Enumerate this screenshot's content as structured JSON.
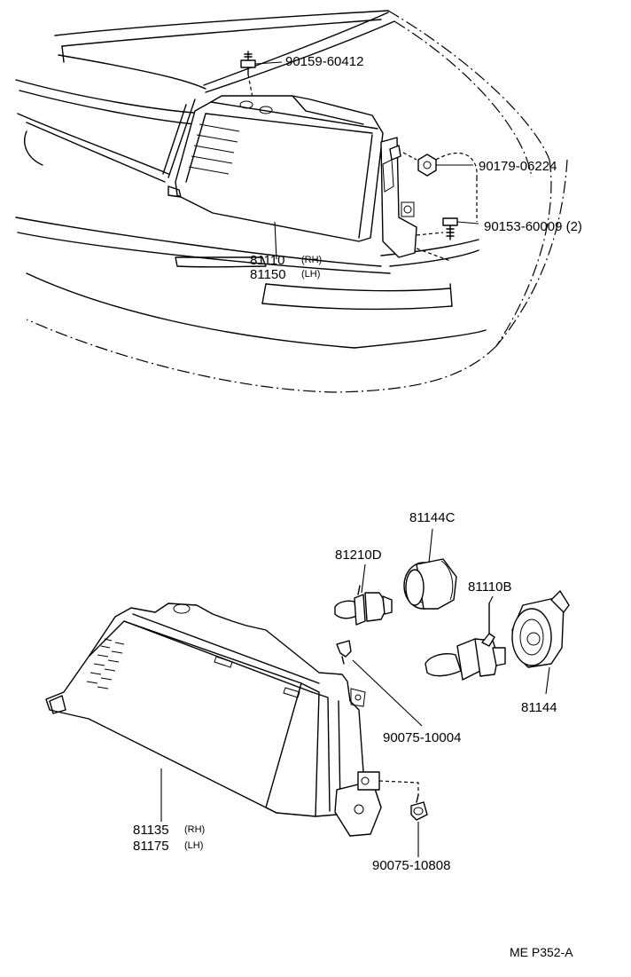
{
  "diagram": {
    "upper_callouts": [
      {
        "id": "c1",
        "part_no": "90159-60412",
        "side": ""
      },
      {
        "id": "c2",
        "part_no": "90179-06224",
        "side": ""
      },
      {
        "id": "c3",
        "part_no": "90153-60009 (2)",
        "side": ""
      },
      {
        "id": "c4",
        "part_no": "81110",
        "side": "(RH)"
      },
      {
        "id": "c5",
        "part_no": "81150",
        "side": "(LH)"
      }
    ],
    "lower_callouts": [
      {
        "id": "d1",
        "part_no": "81144C",
        "side": ""
      },
      {
        "id": "d2",
        "part_no": "81210D",
        "side": ""
      },
      {
        "id": "d3",
        "part_no": "81110B",
        "side": ""
      },
      {
        "id": "d4",
        "part_no": "81144",
        "side": ""
      },
      {
        "id": "d5",
        "part_no": "90075-10004",
        "side": ""
      },
      {
        "id": "d6",
        "part_no": "81135",
        "side": "(RH)"
      },
      {
        "id": "d7",
        "part_no": "81175",
        "side": "(LH)"
      },
      {
        "id": "d8",
        "part_no": "90075-10808",
        "side": ""
      }
    ],
    "reference_code": "ME  P352-A"
  }
}
